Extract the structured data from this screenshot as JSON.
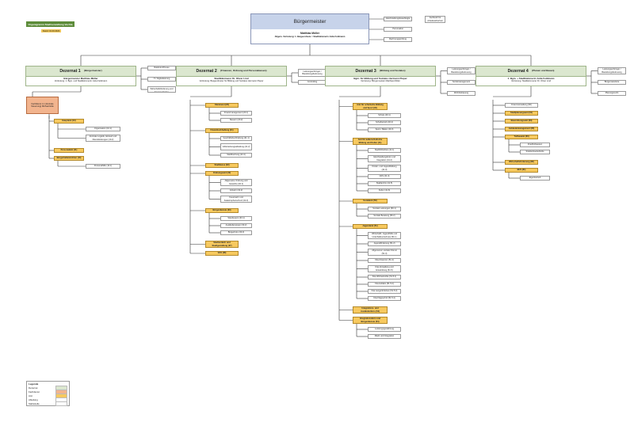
{
  "header": {
    "title": "Organigramm Stadtverwaltung Vechta",
    "date": "Stand: 01.03.2023",
    "title_color": "#5d8c3a",
    "date_color": "#f0c75a"
  },
  "mayor": {
    "title": "Bürgermeister",
    "name": "Matthias Müller",
    "rep": "Allgem. Vertretung: 1. Beigeordnete = Stadtkämmerin Jutta Feldmann",
    "color": "#c7d3ea"
  },
  "mayor_side": [
    "Gleichstellungsbeauftragte",
    "Personalrat",
    "Rechnungsprüfung"
  ],
  "mayor_right": "Fachkraft für Arbeitssicherheit",
  "dezernate": [
    {
      "title": "Dezernat 1",
      "subtitle": "(Bürgermeister)",
      "head": "Bürgermeister Matthias Müller",
      "rep": "Vertretung: 1. Bgm. und Stadtkämmerin Jutta Feldmann",
      "side": [
        "Ratsbüro/Presse",
        "IT / Digitalisierung",
        "Stabsstelle Wirtschaftsförderung und Kommunikation"
      ]
    },
    {
      "title": "Dezernat 2",
      "subtitle": "(Finanzen, Ordnung und Personalwesen)",
      "head": "Stadtkämmerer Dr. Oliver Lind",
      "rep": "Vertretung: Beigeordneter für Bildung und Soziales Hermann Pieper",
      "side": [
        "Leistungserbringer / Bauleitungsbetreuung",
        "Controlling"
      ]
    },
    {
      "title": "Dezernat 3",
      "subtitle": "(Bildung und Soziales)",
      "head": "Bgm. für Bildung und Soziales Hermann Pieper",
      "rep": "Vertretung: Bürgermeister Matthias Müller",
      "side": [
        "Leistungserbringer / Bauleitungsbetreuung",
        "Sozialmanagement",
        "Wohnbebauung"
      ]
    },
    {
      "title": "Dezernat 4",
      "subtitle": "(Planen und Bauen)",
      "head": "1. Bgm. + Stadtkämmerin Jutta Feldmann",
      "rep": "Vertretung: Stadtkämmerer Dr. Oliver Lind",
      "side": [
        "Leistungserbringer / Bauleitungsbetreuung",
        "Bürgerstandorte",
        "Planungsrecht"
      ]
    }
  ],
  "d1": {
    "sub": {
      "title": "Fachdienst 1.1 (Zentrale Steuerung)",
      "head": "Michael Elde"
    },
    "units": [
      {
        "label": "Hauptamt (10)",
        "items": [
          "Organisation (10.1)",
          "Zentrale Logistik, Einkauf und Dienstleistungen (10.2)"
        ]
      },
      {
        "label": "Personalamt (11)",
        "items": []
      },
      {
        "label": "Bürgerhalleinrichten (13)",
        "items": [
          "Personalhilfe (13.1)"
        ]
      }
    ]
  },
  "d2": {
    "units": [
      {
        "label": "Kämmerei (20)",
        "items": [
          "Finanzmanagement (20.1)",
          "Steuern (20.2)"
        ]
      },
      {
        "label": "Finanzbuchhaltung (21)",
        "items": [
          "Geschäftsbuchhaltung (21.1)",
          "Vollstreckungsabteilung (21.2)",
          "Stadtbuchung (21.3)"
        ]
      },
      {
        "label": "Stadtkasse (22)",
        "items": []
      },
      {
        "label": "Ordnungsamt (32)",
        "items": [
          "Allgemeine Ordnung und Gewerbe (32.1)",
          "Verkehr (32.2)",
          "Feuerwehr und Katastrophenschutz (32.3)"
        ]
      },
      {
        "label": "Bürgerdienste (33)",
        "items": [
          "Standesamt (33.1)",
          "Ausländerwesen (33.2)",
          "Bürgerbüro (33.3)"
        ]
      },
      {
        "label": "Stadtverkehr und Stadtgestaltung (37)",
        "items": []
      },
      {
        "label": "VHS (38)",
        "items": []
      }
    ]
  },
  "d3": {
    "units": [
      {
        "label": "Amt für schulische Bildung und Sport (40)",
        "items": [
          "Schule (40.1)",
          "Schulbetrieb (40.2)",
          "Sport / Bäder (40.3)"
        ]
      },
      {
        "label": "Amt für außerschulische Bildung und Kultur (41)",
        "items": [
          "Stadtbibliothek (41.1)",
          "Gleichstellungsbüro und Integration (41.2)",
          "Kinder- und Jugendbildung (41.3)",
          "VHS (41.4)",
          "Stadtarchiv (41.5)",
          "Kultur (41.6)"
        ]
      },
      {
        "label": "Sozialamt (50)",
        "items": [
          "Soziale Leistungen (50.1)",
          "Soziale Beratung (50.2)"
        ]
      },
      {
        "label": "Jugendamt (51)",
        "items": [
          "Wirtschaftl. Jugendhilfe und Unterhaltsvorschuss (51.1)",
          "Jugendförderung (51.2)",
          "Allgemeiner sozialer Dienst (51.3)",
          "Kita-Finanzen (51.4)",
          "Kita-Verwaltung und Entwicklung (51.5)",
          "Kita Wichtelmühle (51.5.1)",
          "Kita Hollabo (51.5.2)",
          "Kita Langenbrücken (51.5.3)",
          "Kita Klapperhof (51.5.4)"
        ]
      },
      {
        "label": "Integrations- und Ausländerbüro (53)",
        "items": []
      },
      {
        "label": "Integrationsbüro und Bürgerdienste (54)",
        "items": [
          "Leistungsgewährung",
          "Markt und Integration"
        ]
      }
    ]
  },
  "d4": {
    "units": [
      {
        "label": "Finanzverwaltung (60)",
        "white": true,
        "items": []
      },
      {
        "label": "Stadtplanungsamt (61)",
        "items": []
      },
      {
        "label": "Bauordnungsamt (63)",
        "items": []
      },
      {
        "label": "Gebäudemanagement (65)",
        "items": []
      },
      {
        "label": "Tiefbauamt (66)",
        "items": [
          "Friedhofswesen",
          "Straßenbaubehörde"
        ]
      },
      {
        "label": "Wirtschaftsförderung (80)",
        "items": []
      },
      {
        "label": "BHV (81)",
        "items": [
          "Eigenbetrieb"
        ]
      }
    ]
  },
  "legend": {
    "title": "Legende",
    "rows": [
      {
        "label": "Dezernat",
        "color": "#dbe7cf"
      },
      {
        "label": "Fachdienst",
        "color": "#f2b48e"
      },
      {
        "label": "Amt",
        "color": "#f7c95f"
      },
      {
        "label": "Abteilung",
        "color": "#ffffff"
      },
      {
        "label": "Stabsstelle",
        "color": "#ffffff"
      }
    ]
  }
}
